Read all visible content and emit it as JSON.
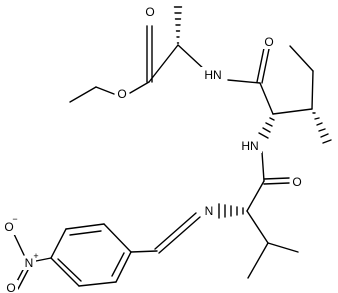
{
  "molecule": {
    "atoms": {
      "ester_o1": "O",
      "ester_o2": "O",
      "amide1_o": "O",
      "amide2_o": "O",
      "nh1": "HN",
      "nh2": "HN",
      "imine_n": "N",
      "nitro_n": "N",
      "nitro_o_top": "O",
      "nitro_o_bottom": "O"
    },
    "charges": {
      "nitro_n": "+",
      "nitro_o_top": "−"
    }
  }
}
